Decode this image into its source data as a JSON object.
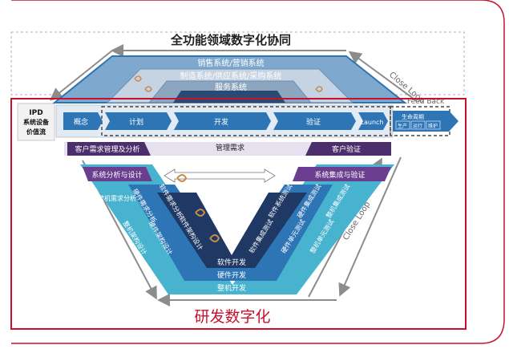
{
  "header": {
    "title": "全功能领域数字化协同"
  },
  "pyramid": {
    "layer1": "销售系统/营销系统",
    "layer2": "制造系统/供应系统/采购系统",
    "layer3": "服务系统"
  },
  "loops": {
    "close_loop_top": "Close Loop",
    "feed_back": "Feed Back",
    "close_loop_right": "Close Loop"
  },
  "ipd": {
    "label_line1": "IPD",
    "label_line2": "系统设备",
    "label_line3": "价值流",
    "stages": [
      "概念",
      "计划",
      "开发",
      "验证",
      "Launch"
    ],
    "lifecycle_title": "生命周期",
    "lifecycle_sub1": "生产",
    "lifecycle_sub2": "运行",
    "lifecycle_sub3": "维护"
  },
  "requirements": {
    "left": "客户需求管理及分析",
    "center": "管理需求",
    "right": "客户验证"
  },
  "vmodel": {
    "sys_design": "系统分析与设计",
    "sys_integration": "系统集成与验证",
    "left_row1": [
      "整机需求分析",
      "硬件需求分析",
      "软件需求分析"
    ],
    "left_row2": [
      "整机架构设计",
      "硬件架构设计",
      "软件架构设计"
    ],
    "right_row1": [
      "软件系统测试",
      "硬件集成测试",
      "整机集成测试"
    ],
    "right_row2": [
      "软件集成测试",
      "硬件单元测试",
      "整机单元测试"
    ],
    "bottom1": "软件开发",
    "bottom2": "硬件开发",
    "bottom3": "整机开发"
  },
  "footer": {
    "title": "研发数字化"
  },
  "colors": {
    "frame_red": "#c8102e",
    "dark_navy": "#1f3864",
    "mid_blue": "#2e75b6",
    "light_blue": "#5aa8d8",
    "cyan": "#47b3cf",
    "purple": "#6a3d8f",
    "lilac": "#e6e0ef",
    "grey_top": "#a6b4c6"
  }
}
